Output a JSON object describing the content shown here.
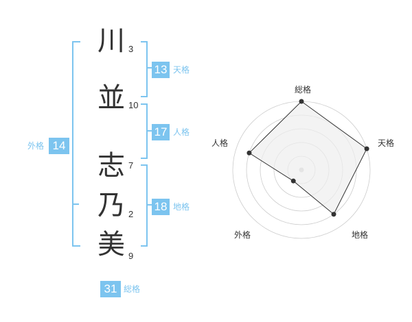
{
  "name_characters": [
    {
      "char": "川",
      "strokes": "3"
    },
    {
      "char": "並",
      "strokes": "10"
    },
    {
      "char": "志",
      "strokes": "7"
    },
    {
      "char": "乃",
      "strokes": "2"
    },
    {
      "char": "美",
      "strokes": "9"
    }
  ],
  "fortunes": {
    "tenkaku": {
      "value": "13",
      "label": "天格"
    },
    "jinkaku": {
      "value": "17",
      "label": "人格"
    },
    "chikaku": {
      "value": "18",
      "label": "地格"
    },
    "gaikaku": {
      "value": "14",
      "label": "外格"
    },
    "soukaku": {
      "value": "31",
      "label": "総格"
    }
  },
  "chart_data": {
    "type": "radar",
    "axes": [
      "総格",
      "天格",
      "地格",
      "外格",
      "人格"
    ],
    "values": [
      5,
      5,
      4,
      1,
      4
    ],
    "max": 5,
    "colors": {
      "accent": "#7cc4ef",
      "fill": "#eeeeee",
      "line": "#333333",
      "grid": "#cccccc"
    }
  },
  "colors": {
    "accent": "#7cc4ef",
    "text": "#333333",
    "badge_text": "#ffffff"
  }
}
